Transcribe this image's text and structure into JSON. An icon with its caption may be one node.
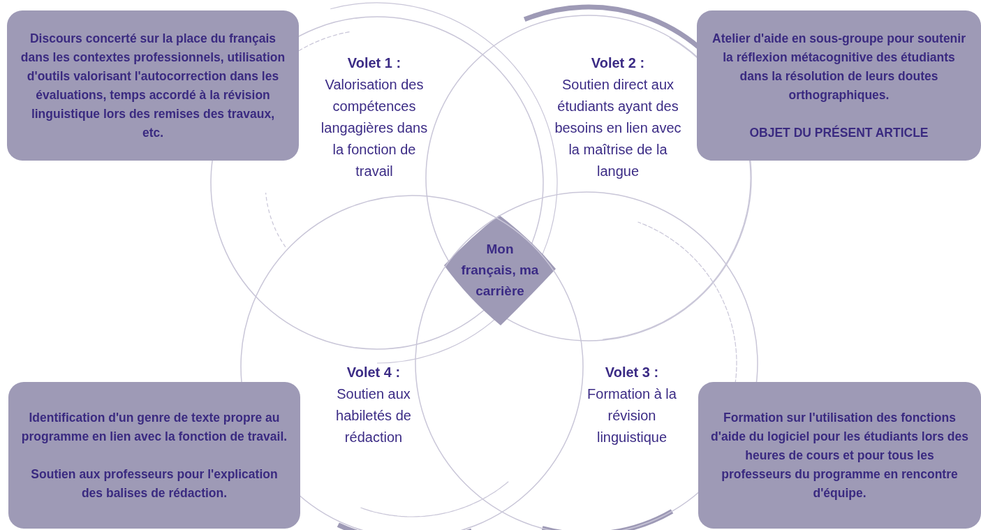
{
  "diagram": {
    "nodes": [
      {
        "text": [
          "Discours concerté sur la place du français dans les contextes professionnels, utilisation d'outils valorisant l'autocorrection dans les évaluations, temps accordé à la révision linguistique lors des remises des travaux, etc."
        ]
      },
      {
        "text": [
          "Volet 1 :",
          "Valorisation des compétences langagières dans la fonction de travail"
        ]
      },
      {
        "text": [
          "Volet 2 :",
          "Soutien direct aux étudiants ayant des besoins en lien avec la maîtrise de la langue"
        ]
      },
      {
        "text": [
          "Atelier d'aide en sous-groupe pour soutenir la réflexion métacognitive des étudiants dans la résolution de leurs doutes orthographiques.",
          "OBJET DU PRÉSENT ARTICLE"
        ]
      },
      {
        "text": [
          "Mon français, ma carrière"
        ]
      },
      {
        "text": [
          "Volet 4 :",
          "Soutien aux habiletés de rédaction"
        ]
      },
      {
        "text": [
          "Volet 3 :",
          "Formation à la révision linguistique"
        ]
      },
      {
        "text": [
          "Identification d'un genre de texte propre au programme en lien avec la fonction de travail.",
          "Soutien aux professeurs pour l'explication des balises de rédaction."
        ]
      },
      {
        "text": [
          "Formation sur l'utilisation des fonctions d'aide du logiciel pour les étudiants lors des heures de cours et pour tous les professeurs du programme en rencontre d'équipe."
        ]
      }
    ]
  }
}
